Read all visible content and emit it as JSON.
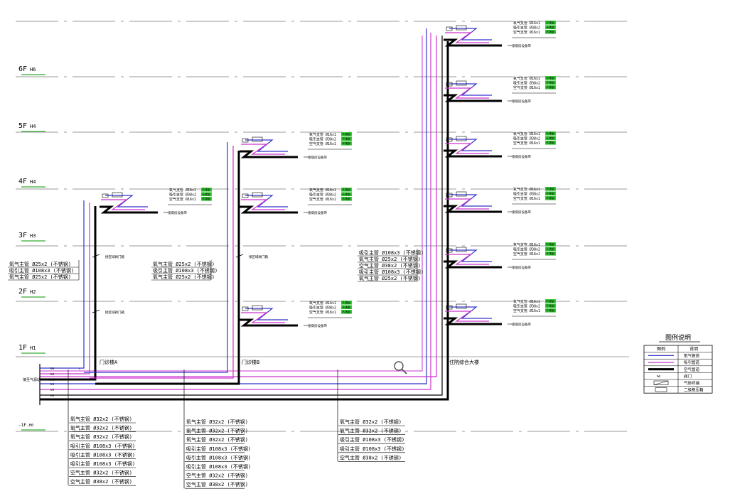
{
  "floors": [
    {
      "level": "6F",
      "mark": "H6"
    },
    {
      "level": "5F",
      "mark": "H4"
    },
    {
      "level": "4F",
      "mark": "H4"
    },
    {
      "level": "3F",
      "mark": "H3"
    },
    {
      "level": "2F",
      "mark": "H2"
    },
    {
      "level": "1F",
      "mark": "H1"
    },
    {
      "level": "-1F",
      "mark": "-H0"
    }
  ],
  "buildings": [
    {
      "name": "门诊楼A"
    },
    {
      "name": "门诊楼B"
    },
    {
      "name": "住院综合大楼"
    }
  ],
  "riser_labels": {
    "a": [
      "氧气主管 Ø25x2 (不锈钢)",
      "吸引主管 Ø108x3 (不锈钢)",
      "氧气主管 Ø25x2 (不锈钢)"
    ],
    "b": [
      "氧气主管 Ø25x2 (不锈钢)",
      "吸引主管 Ø108x3 (不锈钢)",
      "氧气主管 Ø25x2 (不锈钢)"
    ],
    "c": [
      "吸引主管 Ø108x3 (不锈钢)",
      "氧气主管 Ø25x2 (不锈钢)",
      "空气主管 Ø38x2 (不锈钢)",
      "吸引主管 Ø108x3 (不锈钢)",
      "氧气主管 Ø25x2 (不锈钢)"
    ]
  },
  "branch_labels": [
    "氧气支管 Ø16x1",
    "吸引支管 Ø38x2",
    "空气支管 Ø16x1"
  ],
  "branch_tag": "不锈钢",
  "branch_note": "接病房设备带",
  "valve_box_note": "接区域阀门箱",
  "main_lists": {
    "a": [
      "氧气主管 Ø32x2 (不锈钢)",
      "氧气主管 Ø32x2 (不锈钢)",
      "氧气主管 Ø32x2 (不锈钢)",
      "吸引主管 Ø108x3 (不锈钢)",
      "吸引主管 Ø108x3 (不锈钢)",
      "吸引主管 Ø108x3 (不锈钢)",
      "空气主管 Ø32x2 (不锈钢)",
      "空气主管 Ø38x2 (不锈钢)"
    ],
    "b": [
      "氧气主管 Ø32x2 (不锈钢)",
      "氧气主管 Ø32x2 (不锈钢)",
      "氧气主管 Ø32x2 (不锈钢)",
      "吸引主管 Ø108x3 (不锈钢)",
      "吸引主管 Ø108x3 (不锈钢)",
      "吸引主管 Ø108x3 (不锈钢)",
      "空气主管 Ø32x2 (不锈钢)",
      "空气主管 Ø38x2 (不锈钢)"
    ],
    "c": [
      "氧气主管 Ø32x2 (不锈钢)",
      "氧气主管 Ø32x2 (不锈钢)",
      "吸引主管 Ø108x3 (不锈钢)",
      "吸引主管 Ø108x3 (不锈钢)",
      "空气主管 Ø38x2 (不锈钢)"
    ]
  },
  "source_label": "接至气源站",
  "legend": {
    "title": "图例说明",
    "headers": [
      "图例",
      "说明"
    ],
    "rows": [
      "氧气管道",
      "吸引管道",
      "空气管道",
      "阀门",
      "气体终端",
      "二级稳压箱"
    ]
  },
  "colors": {
    "oxygen": "#3333cc",
    "vacuum": "#cc33cc",
    "air": "#000000",
    "tag": "#33cc33",
    "floor_marker": "#33aa33",
    "gridline": "#9a9a9a"
  },
  "icons": [
    "zoom-magnifier-icon"
  ]
}
